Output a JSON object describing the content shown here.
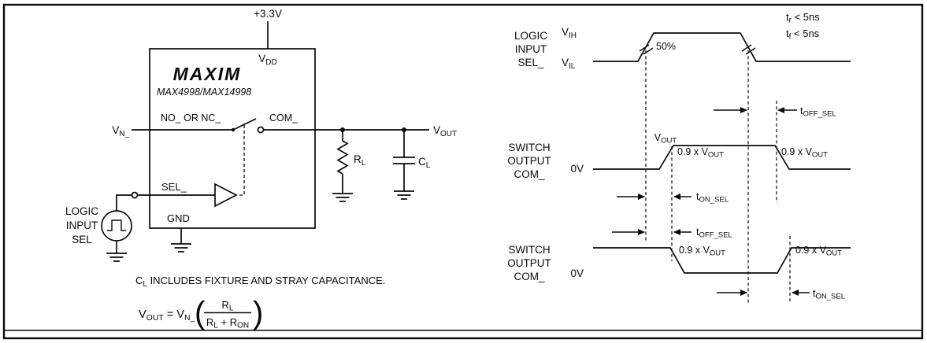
{
  "colors": {
    "ink": "#0a0a0a",
    "background": "#ffffff"
  },
  "schematic": {
    "supply": "+3.3V",
    "vdd": {
      "base": "V",
      "sub": "DD"
    },
    "logo": "MAXIM",
    "part": "MAX4998/MAX14998",
    "pin_no_nc": "NO_ OR NC_",
    "pin_com": "COM_",
    "vn": {
      "base": "V",
      "sub": "N_"
    },
    "pin_sel": "SEL_",
    "pin_gnd": "GND",
    "rl": {
      "base": "R",
      "sub": "L"
    },
    "cl": {
      "base": "C",
      "sub": "L"
    },
    "vout": {
      "base": "V",
      "sub": "OUT"
    },
    "source_label": [
      "LOGIC",
      "INPUT",
      "SEL"
    ],
    "note": {
      "base": "C",
      "sub": "L",
      "rest": " INCLUDES FIXTURE AND STRAY CAPACITANCE."
    },
    "formula": {
      "lhs_base": "V",
      "lhs_sub": "OUT",
      "equals": " = ",
      "rhs_base": "V",
      "rhs_sub": "N_",
      "open_paren": "(",
      "num_base": "R",
      "num_sub": "L",
      "den_base1": "R",
      "den_sub1": "L",
      "den_plus": " + ",
      "den_base2": "R",
      "den_sub2": "ON",
      "close_paren": ")"
    }
  },
  "timing": {
    "input_label": [
      "LOGIC",
      "INPUT",
      "SEL_"
    ],
    "vih": {
      "base": "V",
      "sub": "IH"
    },
    "vil": {
      "base": "V",
      "sub": "IL"
    },
    "fifty_pct": "50%",
    "tr": {
      "base": "t",
      "sub": "r",
      "rest": " < 5ns"
    },
    "tf": {
      "base": "t",
      "sub": "f",
      "rest": " < 5ns"
    },
    "switch_label": [
      "SWITCH",
      "OUTPUT",
      "COM_"
    ],
    "vout": {
      "base": "V",
      "sub": "OUT"
    },
    "zero_v": "0V",
    "p9vout": {
      "base": "0.9 x V",
      "sub": "OUT"
    },
    "ton": {
      "base": "t",
      "sub": "ON_SEL"
    },
    "toff": {
      "base": "t",
      "sub": "OFF_SEL"
    }
  }
}
